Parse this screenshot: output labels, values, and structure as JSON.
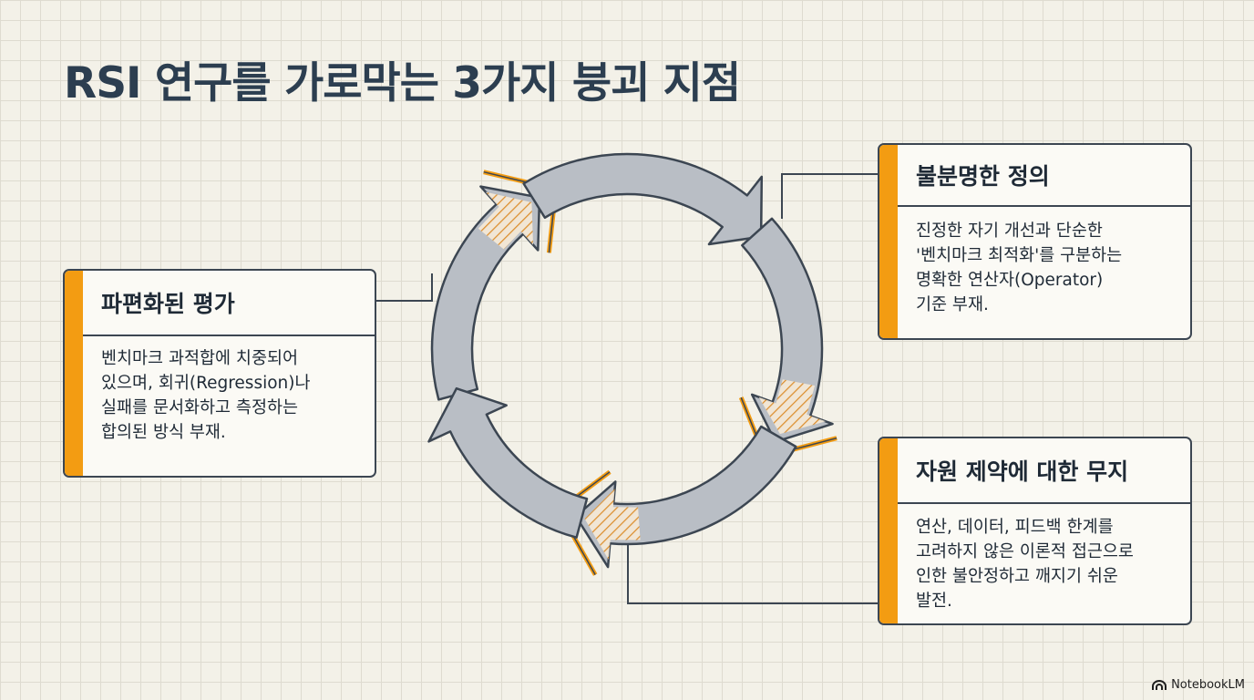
{
  "title": "RSI 연구를 가로막는 3가지 붕괴 지점",
  "cards": {
    "left": {
      "title": "파편화된 평가",
      "body": "벤치마크 과적합에 치중되어\n있으며, 회귀(Regression)나\n실패를 문서화하고 측정하는\n합의된 방식 부재."
    },
    "right_top": {
      "title": "불분명한 정의",
      "body": "진정한 자기 개선과 단순한\n'벤치마크 최적화'를 구분하는\n명확한 연산자(Operator)\n기준 부재."
    },
    "right_bottom": {
      "title": "자원 제약에 대한 무지",
      "body": "연산, 데이터, 피드백 한계를\n고려하지 않은 이론적 접근으로\n인한 불안정하고  깨지기 쉬운\n발전."
    }
  },
  "watermark": "NotebookLM",
  "colors": {
    "accent": "#f39c12",
    "arrow_fill": "#b9bec5",
    "outline": "#3c4652",
    "title": "#2c3e50"
  },
  "icons": [
    "notebooklm-logo-icon"
  ]
}
